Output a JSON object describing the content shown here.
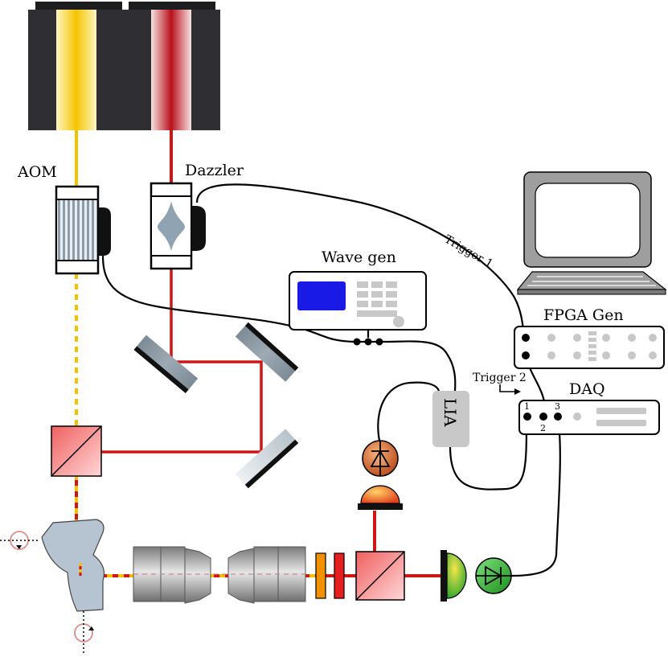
{
  "labels": {
    "aom": "AOM",
    "dazzler": "Dazzler",
    "wave_gen": "Wave gen",
    "trigger1": "Trigger 1",
    "fpga_gen": "FPGA Gen",
    "trigger2": "Trigger 2",
    "daq": "DAQ",
    "lia": "LIA",
    "daq_port1": "1",
    "daq_port2": "2",
    "daq_port3": "3"
  },
  "colors": {
    "beam_red": "#d01515",
    "beam_yellow": "#f2c200",
    "laser_dark": "#2e2e33",
    "mirror_gray": "#8d9ba6",
    "monitor_gray": "#9e9e9e",
    "screen_blue": "#1a1ae6",
    "detector_green": "#2eb82e",
    "detector_orange": "#d9662a",
    "filter_orange": "#f29100",
    "filter_red": "#e61e1e",
    "objective_gray": "#a3a3a3",
    "lia_gray": "#c8c8c8",
    "light_blue_gray": "#b5c4d0"
  },
  "icons": [
    "laser-source-icon",
    "aom-icon",
    "dazzler-icon",
    "mirror-icon",
    "beam-splitter-icon",
    "objective-lens-icon",
    "filter-icon",
    "photodiode-icon",
    "function-generator-icon",
    "computer-monitor-icon",
    "keyboard-icon",
    "rotation-stage-icon"
  ]
}
